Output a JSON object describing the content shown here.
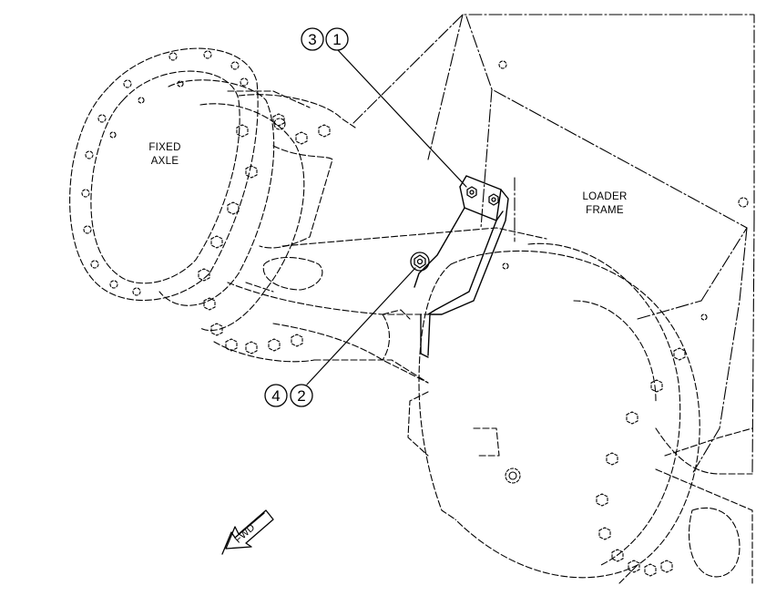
{
  "labels": {
    "fixed_axle_line1": "FIXED",
    "fixed_axle_line2": "AXLE",
    "loader_frame_line1": "LOADER",
    "loader_frame_line2": "FRAME",
    "fwd": "FWD"
  },
  "callouts": {
    "top_left": "3",
    "top_right": "1",
    "bottom_left": "4",
    "bottom_right": "2"
  },
  "colors": {
    "ink": "#000000",
    "background": "#ffffff"
  }
}
